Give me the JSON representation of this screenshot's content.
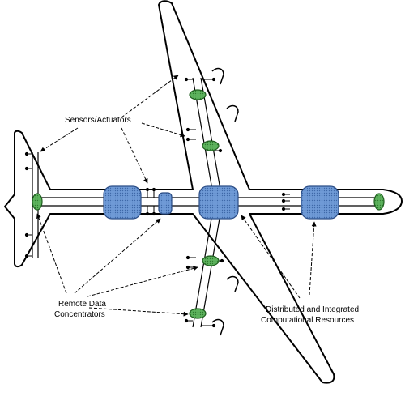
{
  "labels": {
    "sensors_actuators": "Sensors/Actuators",
    "remote_line1": "Remote Data",
    "remote_line2": "Concentrators",
    "dist_line1": "Distributed and Integrated",
    "dist_line2": "Computational Resources"
  },
  "colors": {
    "outline": "#000000",
    "background": "#ffffff",
    "compute_fill": "#6f9ad6",
    "concentrator_fill": "#5db35d"
  }
}
